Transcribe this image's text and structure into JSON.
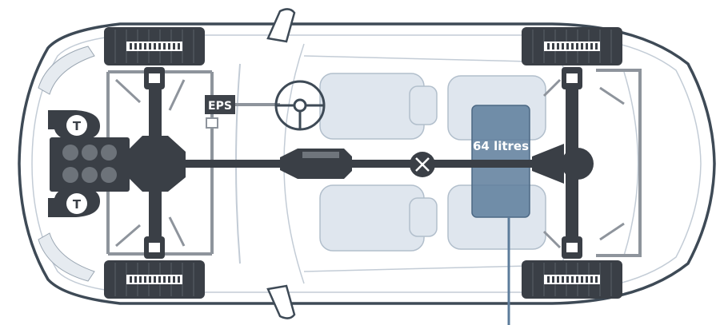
{
  "labels": {
    "eps": "EPS",
    "fuel_tank": "64 litres",
    "turbo": "T"
  },
  "colors": {
    "body_outline": "#3e4a56",
    "body_line": "#c3ccd6",
    "drivetrain": "#3a3f46",
    "seat_fill": "#dfe6ee",
    "tank_fill": "#5d7c9b",
    "brake_line": "#8e949c",
    "eps_box": "#3e434a"
  },
  "icons": {
    "turbo": "turbo-icon",
    "differential_joint": "x-circle-icon"
  }
}
